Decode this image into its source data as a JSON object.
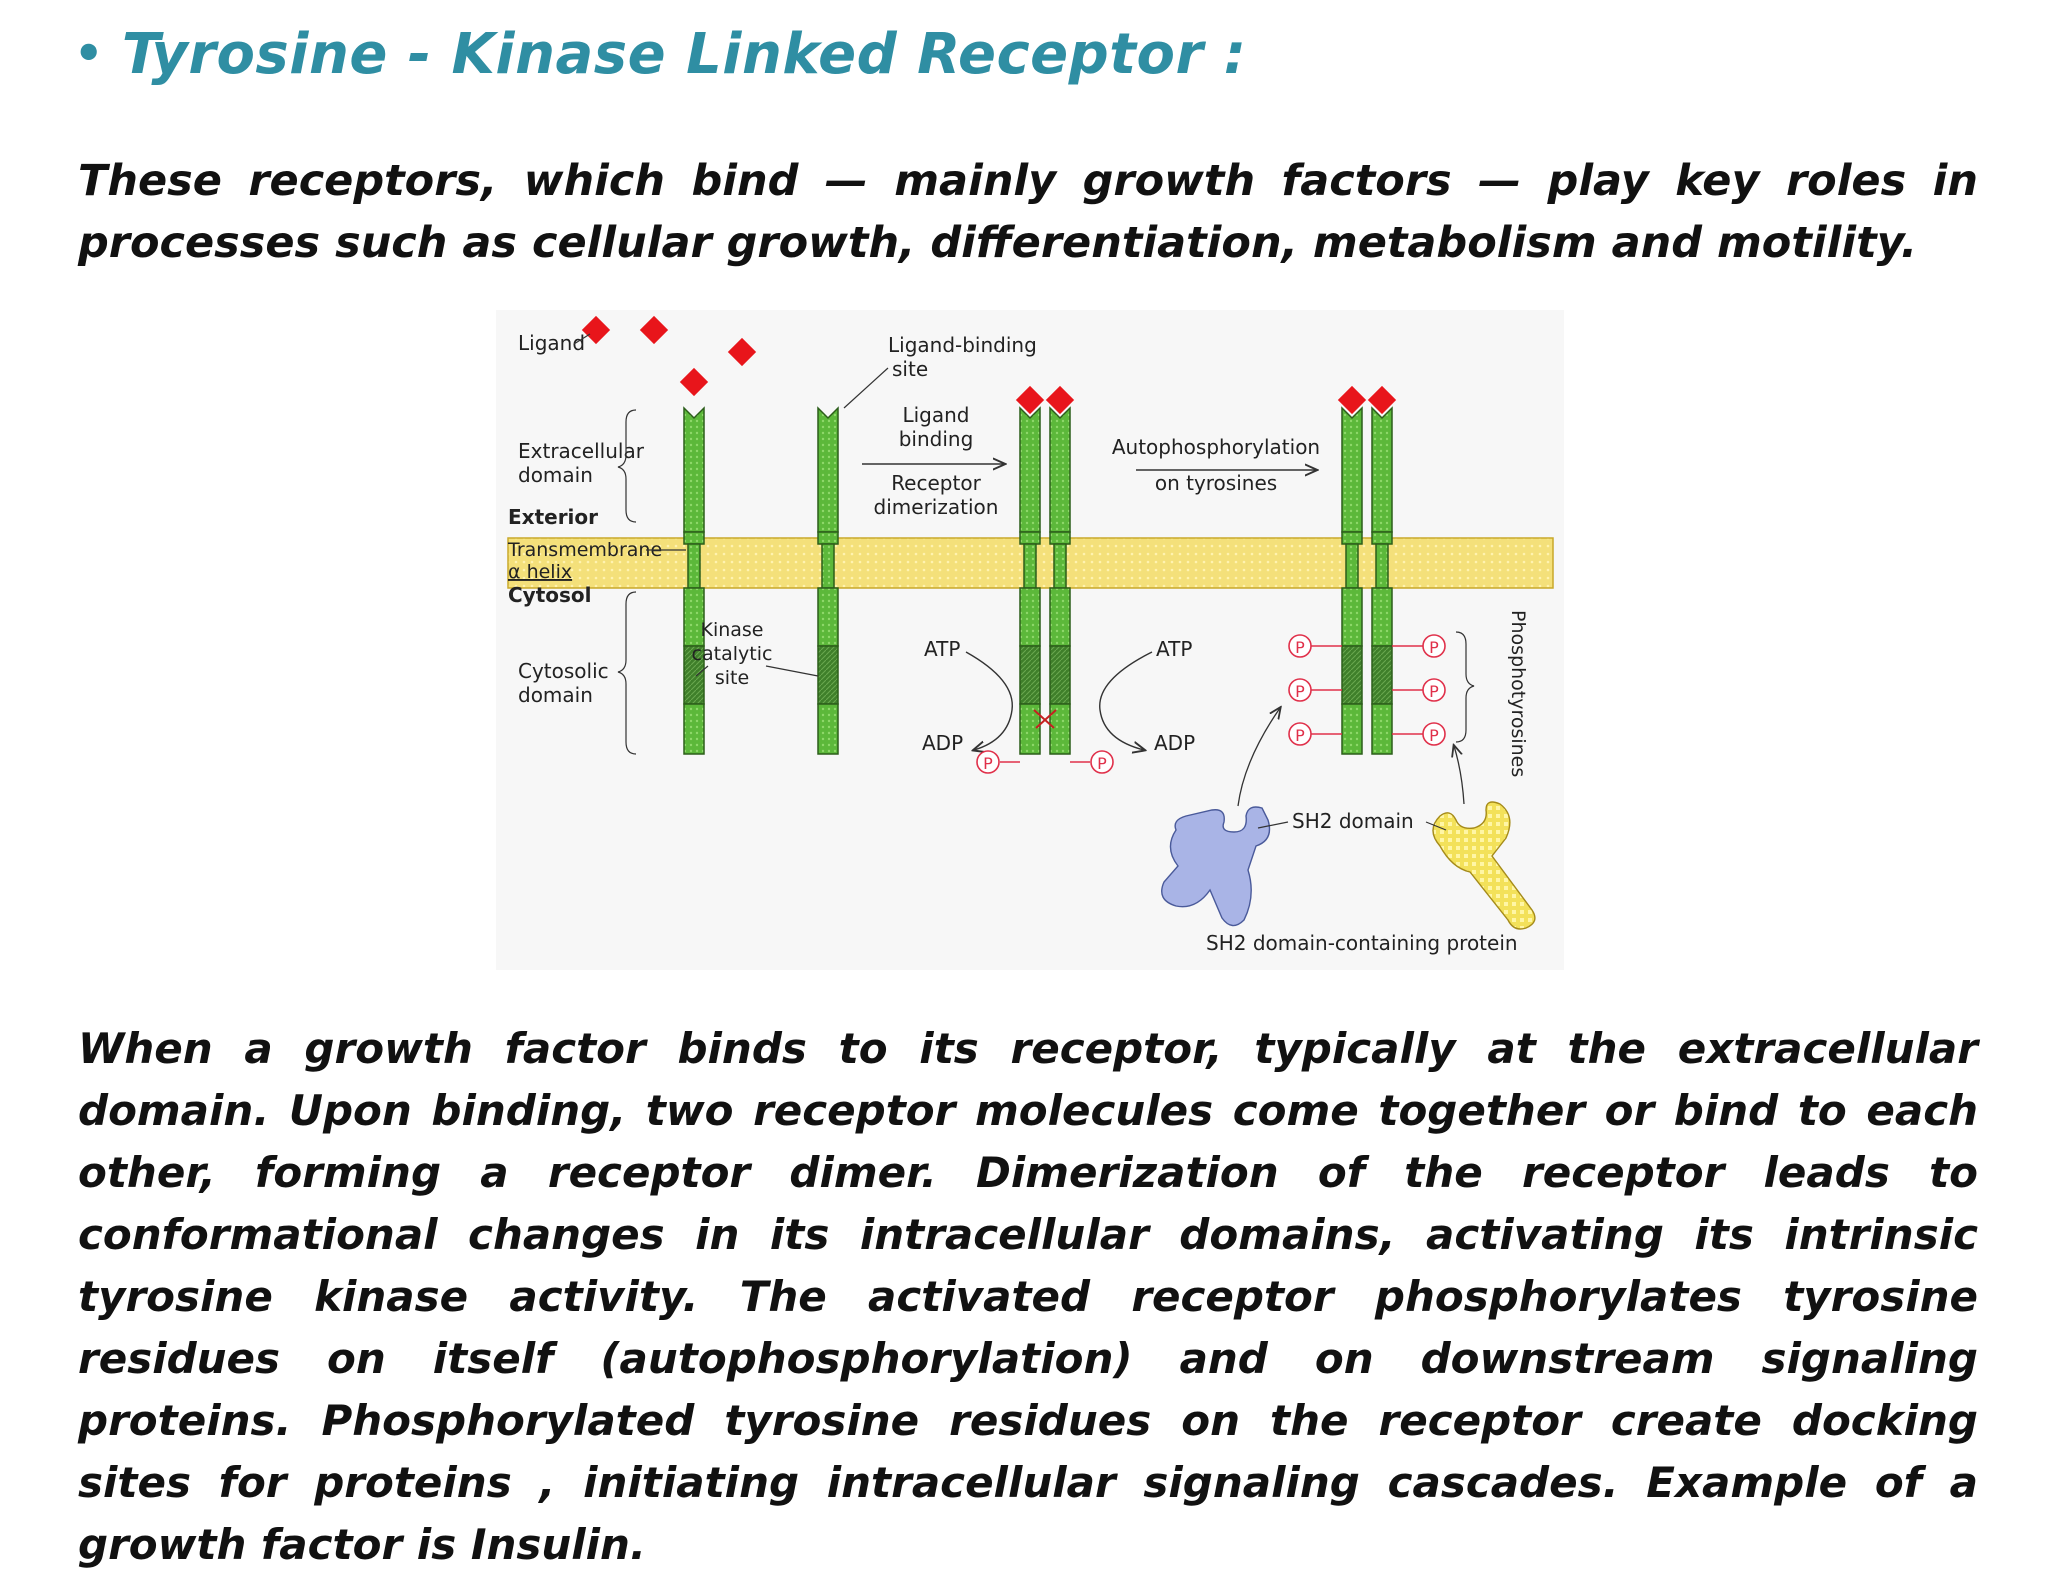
{
  "title": {
    "bullet": "•",
    "text": "Tyrosine - Kinase Linked Receptor :"
  },
  "intro": "These receptors, which bind — mainly growth factors — play key roles in processes such as cellular growth, differentiation, metabolism and motility.",
  "diagram": {
    "ligand": "Ligand",
    "ligand_binding_site_1": "Ligand-binding",
    "ligand_binding_site_2": "site",
    "extracellular_1": "Extracellular",
    "extracellular_2": "domain",
    "exterior": "Exterior",
    "transmembrane_1": "Transmembrane",
    "transmembrane_2": "α helix",
    "cytosol": "Cytosol",
    "cytosolic_1": "Cytosolic",
    "cytosolic_2": "domain",
    "kinase_1": "Kinase",
    "kinase_2": "catalytic",
    "kinase_3": "site",
    "step1_a": "Ligand",
    "step1_b": "binding",
    "step1_c": "Receptor",
    "step1_d": "dimerization",
    "step2_a": "Autophosphorylation",
    "step2_b": "on tyrosines",
    "atp": "ATP",
    "adp": "ADP",
    "p": "P",
    "phosphotyrosines": "Phosphotyrosines",
    "sh2_domain": "SH2 domain",
    "sh2_protein": "SH2 domain-containing protein"
  },
  "body": "When a growth factor binds to its receptor, typically at the extracellular domain. Upon binding, two receptor molecules come together or bind to each other, forming a receptor dimer. Dimerization of the receptor leads to conformational changes in its intracellular domains, activating its intrinsic tyrosine kinase activity. The activated receptor phosphorylates tyrosine residues on itself (autophosphorylation) and on downstream signaling proteins. Phosphorylated tyrosine residues on the receptor create docking sites for proteins , initiating intracellular signaling cascades. Example of a growth factor is Insulin.",
  "colors": {
    "title": "#2f8ea3",
    "receptor": "#5cb83a",
    "ligand": "#e8151b",
    "membrane": "#f4e07a",
    "phosphate": "#e0304a",
    "sh2_left": "#a9b4e6",
    "sh2_right": "#f3e15a"
  }
}
